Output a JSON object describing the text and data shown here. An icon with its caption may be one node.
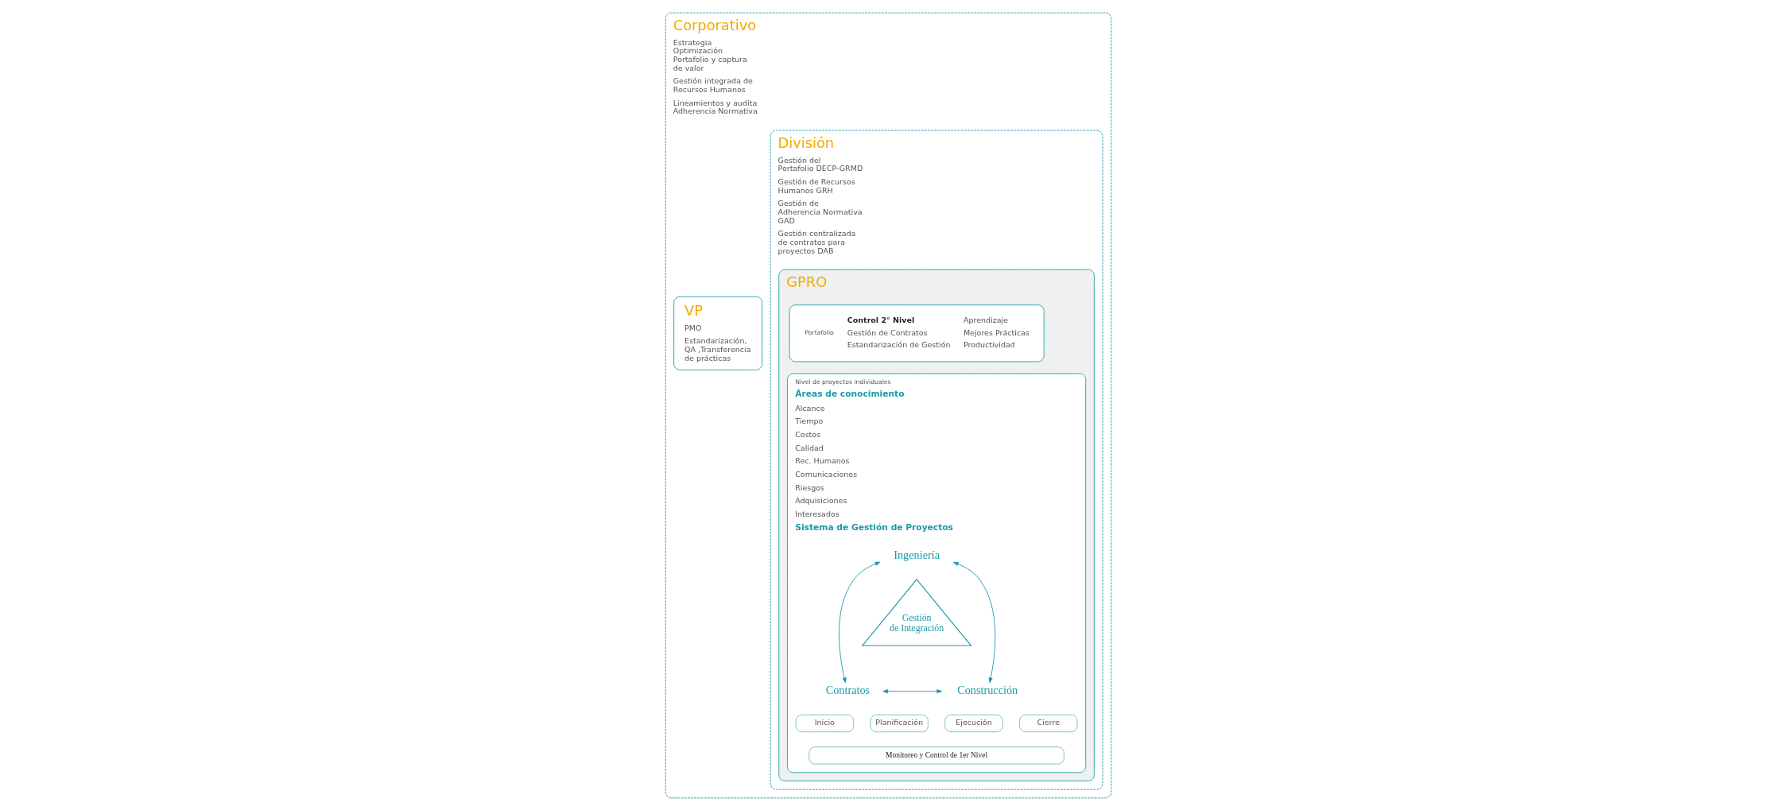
{
  "diagram": {
    "nodes": [
      {
        "text": [
          "Corporativo",
          "Estrategia Optimización Portafolio y captura de valor",
          "Gestión integrada de Recursos Humanos",
          "Lineamientos y audita Adherencia Normativa"
        ]
      },
      {
        "text": [
          "División",
          "Gestión del Portafolio DECP-GRMD",
          "Gestión de Recursos Humanos GRH",
          "Gestión de Adherencia Normativa GAD",
          "Gestión centralizada de contratos para proyectos DAB"
        ],
        "in": 0
      },
      {
        "text": [
          "GPRO"
        ],
        "in": 1
      },
      {
        "text": [
          "Portafolio",
          "Control 2° Nivel",
          "Gestión de Contratos",
          "Estandarización de Gestión",
          "Aprendizaje",
          "Mejores Prácticas",
          "Productividad"
        ],
        "in": 2
      },
      {
        "text": [
          "Nivel de proyectos individuales",
          "Áreas de conocimiento",
          "Alcance",
          "Tiempo",
          "Costos",
          "Calidad",
          "Rec. Humanos",
          "Comunicaciones",
          "Riesgos",
          "Adquisiciones",
          "Interesados",
          "Sistema de Gestión de Proyectos"
        ],
        "in": 2
      },
      {
        "text": [
          "Ingeniería"
        ],
        "in": 4
      },
      {
        "text": [
          "Contratos"
        ],
        "in": 4
      },
      {
        "text": [
          "Construcción"
        ],
        "in": 4
      },
      {
        "text": [
          "Gestión de Integración"
        ],
        "in": 4
      },
      {
        "text": [
          "Inicio"
        ],
        "in": 4
      },
      {
        "text": [
          "Planificación"
        ],
        "in": 4
      },
      {
        "text": [
          "Ejecución"
        ],
        "in": 4
      },
      {
        "text": [
          "Cierre"
        ],
        "in": 4
      },
      {
        "text": [
          "Monitoreo y Control de 1er Nivel"
        ],
        "in": 4
      },
      {
        "text": [
          "VP",
          "PMO",
          "Estandarización, QA ,Transferencia de prácticas"
        ],
        "in": 0
      }
    ],
    "edges": [
      {
        "from": 5,
        "to": 6,
        "arrow": "both"
      },
      {
        "from": 5,
        "to": 7,
        "arrow": "both"
      },
      {
        "from": 6,
        "to": 7,
        "arrow": "both"
      }
    ]
  }
}
